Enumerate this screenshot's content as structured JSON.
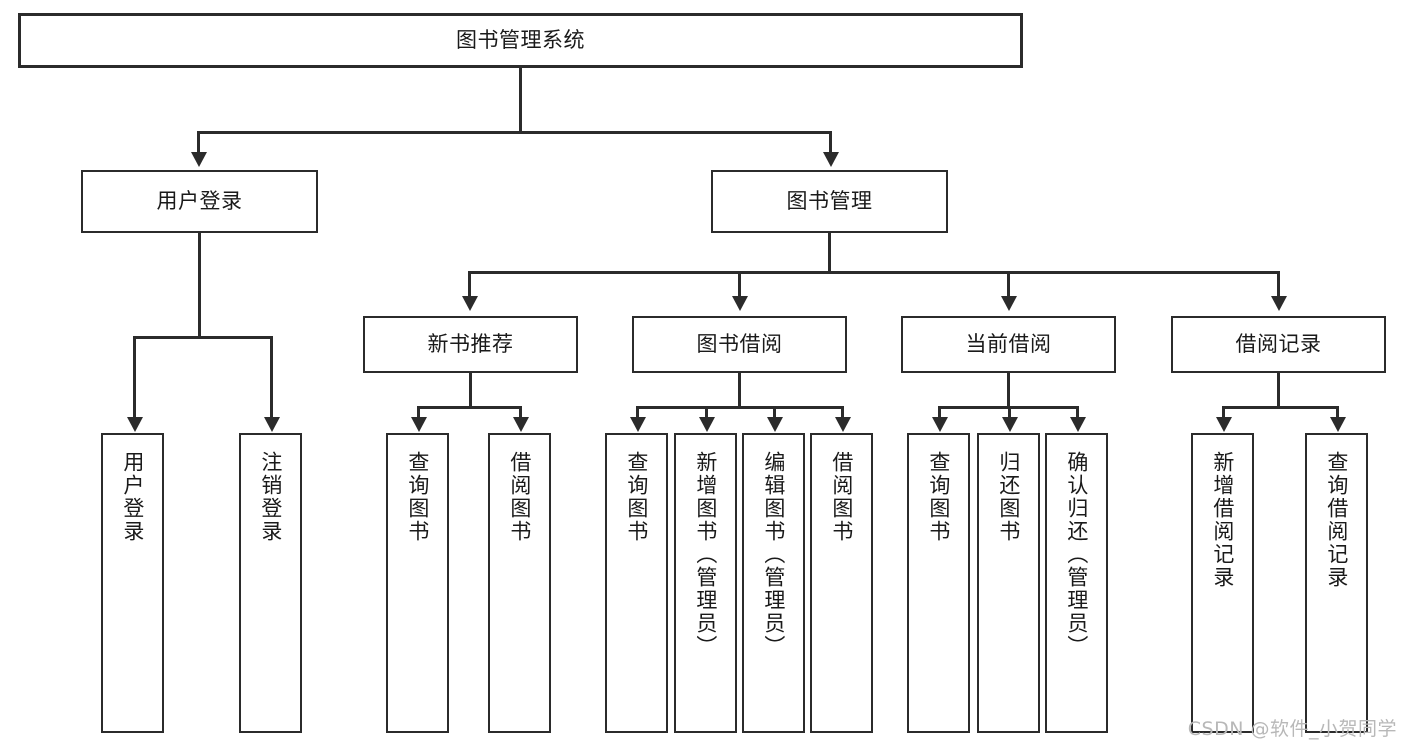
{
  "diagram": {
    "type": "tree-hierarchy",
    "title": "图书管理系统",
    "watermark": "CSDN @软件_小贺同学",
    "root": {
      "label": "图书管理系统"
    },
    "level1": [
      {
        "label": "用户登录"
      },
      {
        "label": "图书管理"
      }
    ],
    "level2": [
      {
        "label": "新书推荐"
      },
      {
        "label": "图书借阅"
      },
      {
        "label": "当前借阅"
      },
      {
        "label": "借阅记录"
      }
    ],
    "leaves": {
      "user_login": [
        {
          "label": "用户登录"
        },
        {
          "label": "注销登录"
        }
      ],
      "new_book_recommend": [
        {
          "label": "查询图书"
        },
        {
          "label": "借阅图书"
        }
      ],
      "book_borrow": [
        {
          "label": "查询图书"
        },
        {
          "label": "新增图书（管理员）"
        },
        {
          "label": "编辑图书（管理员）"
        },
        {
          "label": "借阅图书"
        }
      ],
      "current_borrow": [
        {
          "label": "查询图书"
        },
        {
          "label": "归还图书"
        },
        {
          "label": "确认归还（管理员）"
        }
      ],
      "borrow_record": [
        {
          "label": "新增借阅记录"
        },
        {
          "label": "查询借阅记录"
        }
      ]
    },
    "colors": {
      "stroke": "#2b2b2b",
      "fill": "#ffffff",
      "text": "#1a1a1a",
      "watermark": "#b8b8b8"
    }
  }
}
